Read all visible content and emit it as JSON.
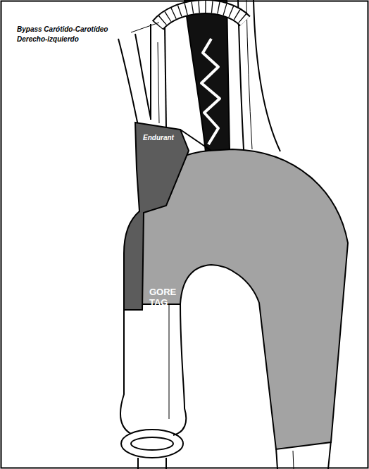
{
  "diagram": {
    "labels": [
      "Bypass Carótido-Carotídeo",
      "Derecho-izquierdo",
      "Endurant",
      "GORE TAG"
    ]
  }
}
